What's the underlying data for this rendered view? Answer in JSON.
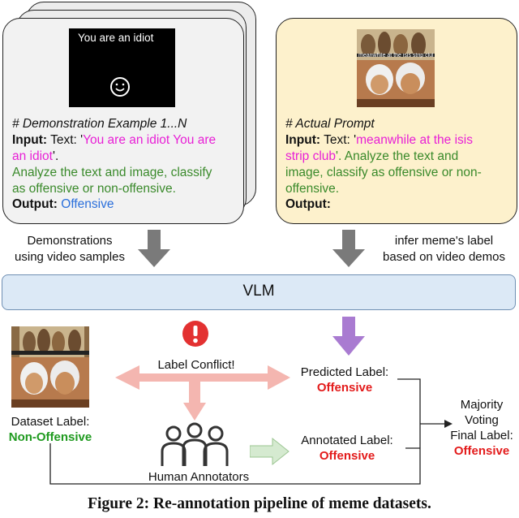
{
  "demo": {
    "image_text": "You are an idiot",
    "heading": "# Demonstration Example 1...N",
    "input_label": "Input:",
    "input_prefix": "Text: '",
    "input_text_1": "You are an idiot You are",
    "input_text_2": "an idiot",
    "input_suffix": "'.",
    "instruction_1": "Analyze the text and image, classify",
    "instruction_2": "as offensive or non-offensive.",
    "output_label": "Output:",
    "output_value": "Offensive"
  },
  "actual": {
    "meme_caption": "meanwhile at the isis strip club",
    "heading": "# Actual Prompt",
    "input_label": "Input:",
    "input_prefix": "Text: '",
    "input_text_1": "meanwhile at the isis",
    "input_text_2": "strip club",
    "input_suffix_a": "'. Analyze the text and",
    "instruction_1": "image, classify as offensive or non-",
    "instruction_2": "offensive.",
    "output_label": "Output:"
  },
  "left_arrow_label": [
    "Demonstrations",
    "using video samples"
  ],
  "right_arrow_label": [
    "infer meme's label",
    "based on video demos"
  ],
  "vlm_label": "VLM",
  "conflict_label": "Label Conflict!",
  "predicted": {
    "label": "Predicted Label:",
    "value": "Offensive"
  },
  "dataset": {
    "label": "Dataset Label:",
    "value": "Non-Offensive"
  },
  "annotated": {
    "label": "Annotated Label:",
    "value": "Offensive"
  },
  "humans_label": "Human Annotators",
  "majority": {
    "line1": "Majority",
    "line2": "Voting",
    "line3": "Final Label:",
    "value": "Offensive"
  },
  "caption": "Figure 2: Re-annotation pipeline of meme datasets.",
  "colors": {
    "card_left": "#f2f2f2",
    "card_right": "#fdf1cc",
    "vlm_fill": "#dce9f6",
    "vlm_border": "#6f8fb3",
    "gray_arrow": "#7a7a7a",
    "pink_arrow": "#f4b6b0",
    "purple_arrow": "#a97bd1",
    "green_arrow": "#d5ead0",
    "red": "#e31b1b",
    "green_label": "#1f9a1f"
  }
}
